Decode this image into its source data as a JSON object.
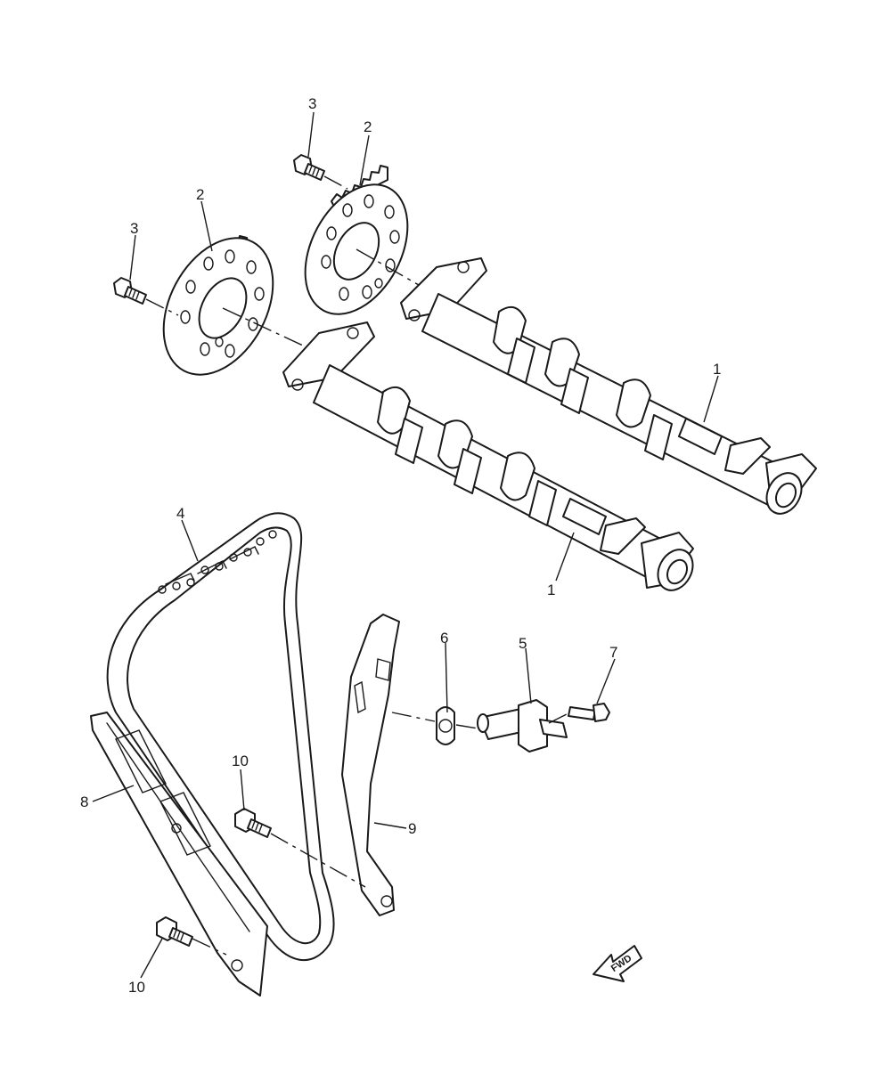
{
  "callouts": {
    "camshaft_exhaust": "1",
    "camshaft_intake": "1",
    "sprocket_left": "2",
    "sprocket_right": "2",
    "bolt_left": "3",
    "bolt_right": "3",
    "timing_chain": "4",
    "tensioner": "5",
    "gasket": "6",
    "tensioner_bolt": "7",
    "guide_intake": "8",
    "guide_exhaust": "9",
    "guide_bolt_upper": "10",
    "guide_bolt_lower": "10"
  },
  "direction_marker": {
    "label": "FWD",
    "icon": "direction-arrow-icon"
  }
}
